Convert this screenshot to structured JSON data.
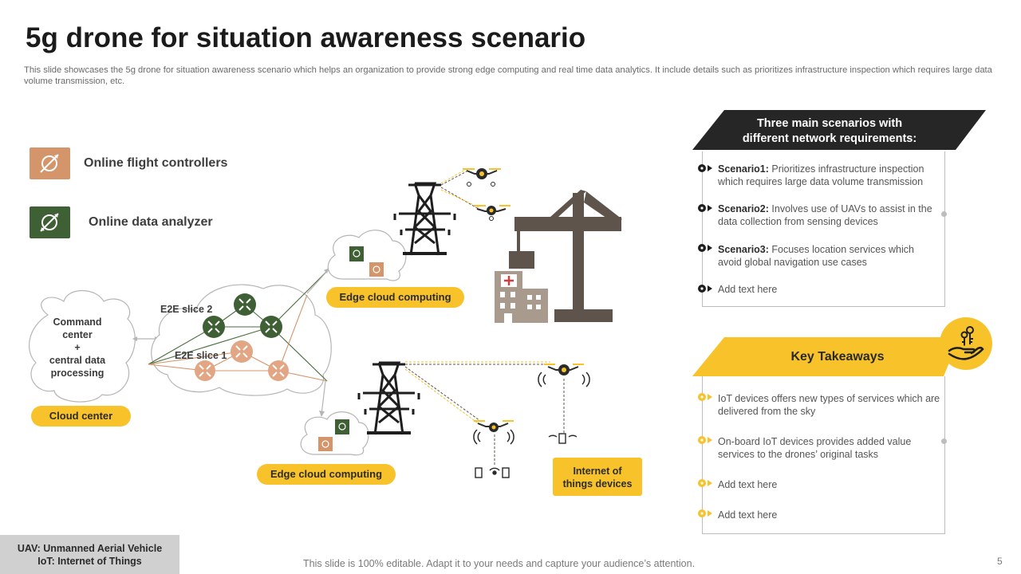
{
  "title": "5g drone for situation awareness scenario",
  "subtitle": "This slide showcases the 5g drone for situation awareness scenario which helps an organization to provide strong edge computing and real time data analytics. It include details such as prioritizes infrastructure inspection which requires large data volume transmission, etc.",
  "legend": [
    {
      "label": "Online flight controllers",
      "color": "#d4956a"
    },
    {
      "label": "Online data analyzer",
      "color": "#3f5f35"
    }
  ],
  "diagram": {
    "command_center": [
      "Command",
      "center",
      "+",
      "central data",
      "processing"
    ],
    "cloud_center_label": "Cloud center",
    "e2e_slice_2": "E2E slice 2",
    "e2e_slice_1": "E2E slice 1",
    "edge_cloud_top": "Edge cloud computing",
    "edge_cloud_bottom": "Edge cloud computing",
    "iot_label_line1": "Internet of",
    "iot_label_line2": "things devices"
  },
  "scenarios_box": {
    "header_line1": "Three main scenarios with",
    "header_line2": "different network requirements:",
    "items": [
      {
        "bold": "Scenario1:",
        "text": " Prioritizes infrastructure inspection which requires large data volume transmission"
      },
      {
        "bold": "Scenario2:",
        "text": " Involves  use of UAVs to assist in the data collection from sensing devices"
      },
      {
        "bold": "Scenario3:",
        "text": " Focuses location services which avoid global navigation  use cases"
      },
      {
        "bold": "",
        "text": "Add text here"
      }
    ]
  },
  "takeaways_box": {
    "header": "Key Takeaways",
    "items": [
      "IoT devices offers new types of services which are delivered  from the sky",
      "On-board  IoT devices provides  added value services to the drones’ original tasks",
      "Add text here",
      "Add text here"
    ]
  },
  "footer": {
    "abbrev_line1": "UAV: Unmanned  Aerial Vehicle",
    "abbrev_line2": "IoT: Internet of Things",
    "note": "This slide is 100% editable. Adapt it to your needs and capture your audience’s attention.",
    "page_number": "5"
  },
  "colors": {
    "accent_yellow": "#f8c22a",
    "dark_header": "#262626",
    "tan": "#d4956a",
    "green": "#3f5f35",
    "crane_brown": "#5e544b"
  }
}
